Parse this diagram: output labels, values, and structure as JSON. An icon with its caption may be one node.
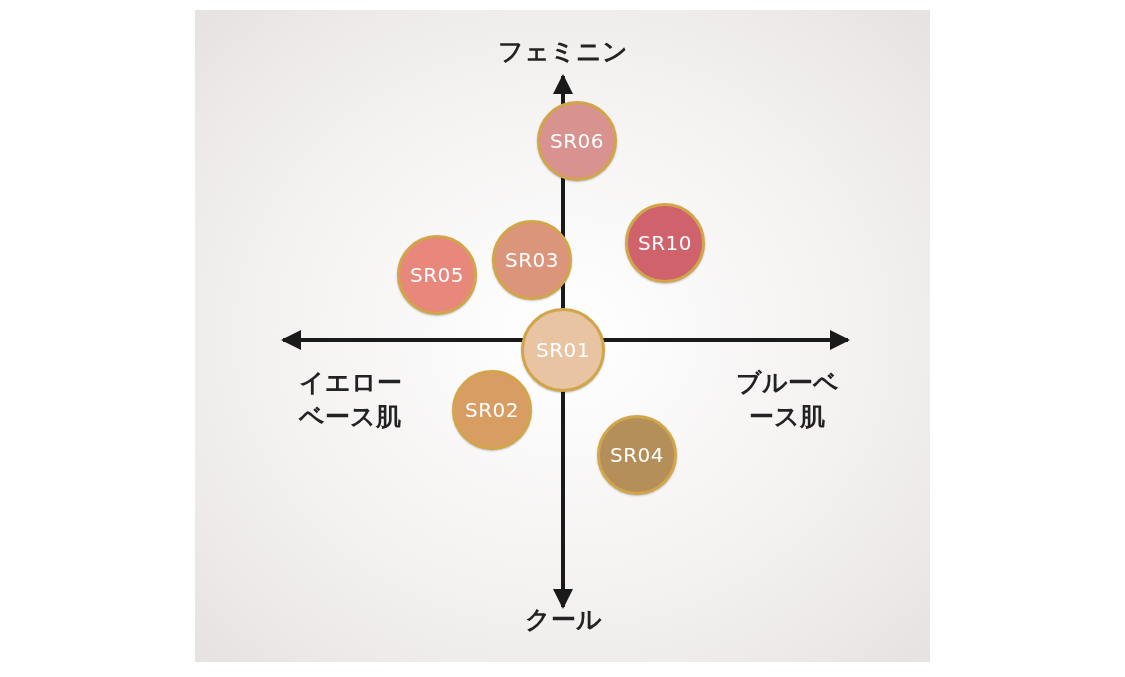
{
  "diagram": {
    "nodes": [
      {
        "text": [
          "SR06"
        ]
      },
      {
        "text": [
          "SR10"
        ]
      },
      {
        "text": [
          "SR03"
        ]
      },
      {
        "text": [
          "SR05"
        ]
      },
      {
        "text": [
          "SR01"
        ]
      },
      {
        "text": [
          "SR02"
        ]
      },
      {
        "text": [
          "SR04"
        ]
      }
    ],
    "edges": [],
    "labels": [
      "フェミニン",
      "イエローベース肌",
      "ブルーベース肌",
      "クール"
    ]
  }
}
